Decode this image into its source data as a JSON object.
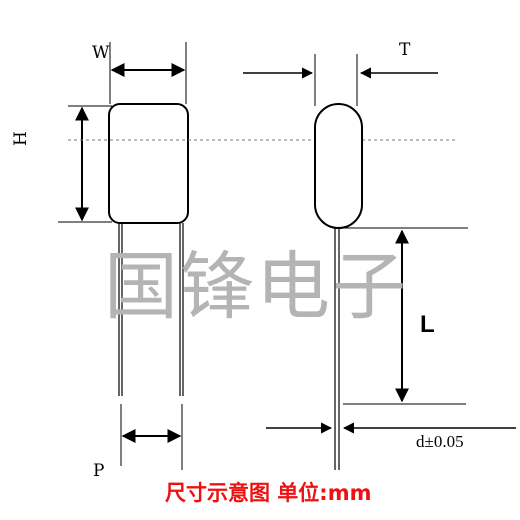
{
  "labels": {
    "width": "W",
    "thickness": "T",
    "height": "H",
    "length": "L",
    "pitch": "P",
    "lead_diameter": "d±0.05"
  },
  "watermark": "国锋电子",
  "caption": "尺寸示意图 单位:mm",
  "colors": {
    "line": "#000000",
    "watermark": "#b4b4b4",
    "caption": "#ee1111",
    "guide": "#777777"
  }
}
